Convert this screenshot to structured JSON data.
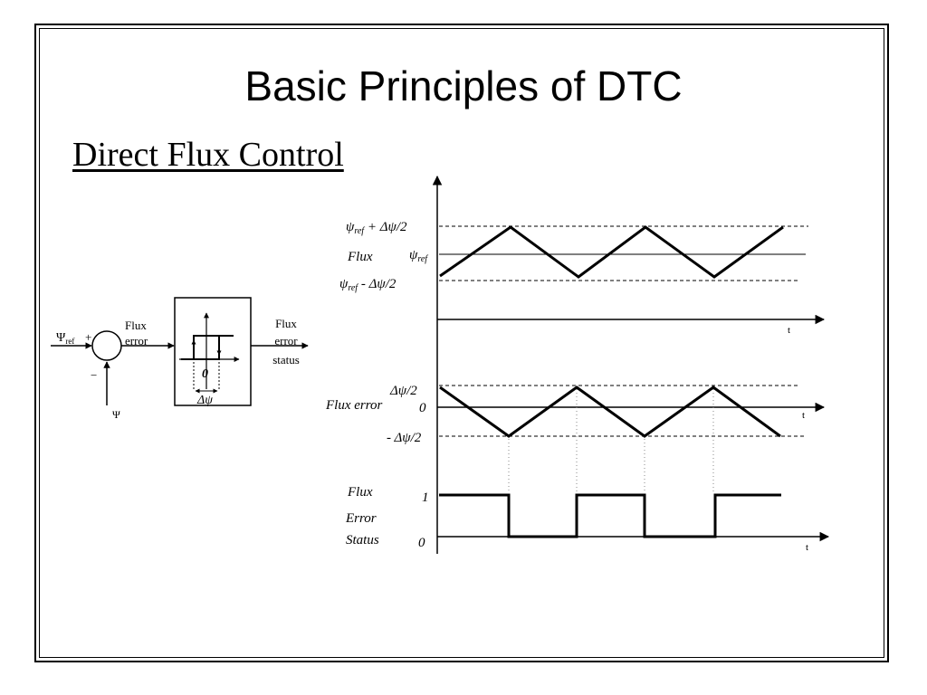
{
  "slide": {
    "title": "Basic Principles of DTC",
    "subtitle": "Direct Flux Control"
  },
  "block_diagram": {
    "input_ref_symbol": "Ψ",
    "input_ref_sub": "ref",
    "plus_sign": "+",
    "minus_sign": "−",
    "feedback_symbol": "Ψ",
    "error_label_line1": "Flux",
    "error_label_line2": "error",
    "hysteresis_zero": "0",
    "hysteresis_band": "Δψ",
    "output_label_line1": "Flux",
    "output_label_line2": "error",
    "output_label_line3": "status"
  },
  "flux_plot": {
    "upper_psi": "ψ",
    "upper_sub": "ref",
    "upper_rest": " + Δψ/2",
    "ref_psi": "ψ",
    "ref_sub": "ref",
    "lower_psi": "ψ",
    "lower_sub": "ref",
    "lower_rest": " - Δψ/2",
    "series_label": "Flux",
    "time_label": "t"
  },
  "error_plot": {
    "upper_label": "Δψ/2",
    "zero_label": "0",
    "lower_label": "- Δψ/2",
    "series_label": "Flux error",
    "time_label": "t"
  },
  "status_plot": {
    "high_label": "1",
    "low_label": "0",
    "series_label_line1": "Flux",
    "series_label_line2": "Error",
    "series_label_line3": "Status",
    "time_label": "t"
  }
}
